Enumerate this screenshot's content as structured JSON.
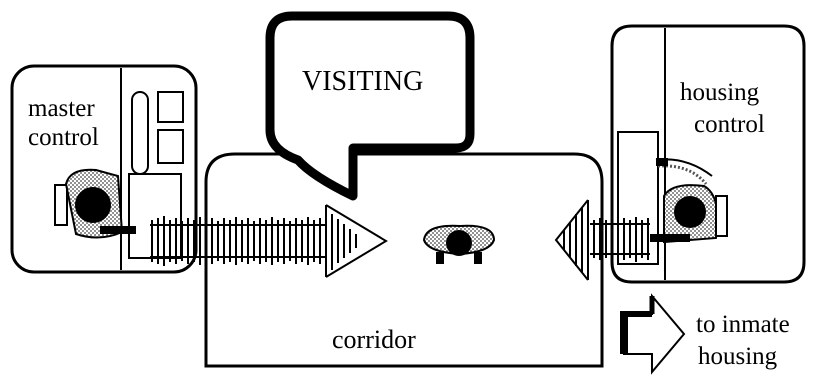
{
  "diagram": {
    "visiting_label": "VISITING",
    "master_control": {
      "line1": "master",
      "line2": "control"
    },
    "housing_control": {
      "line1": "housing",
      "line2": "control"
    },
    "corridor_label": "corridor",
    "inmate_housing": {
      "line1": "to inmate",
      "line2": "housing"
    }
  },
  "colors": {
    "line": "#000000",
    "fill": "#ffffff",
    "hatch": "#555555"
  },
  "icons": [
    "person-at-desk-icon",
    "person-topdown-icon",
    "directional-arrow-icon"
  ]
}
